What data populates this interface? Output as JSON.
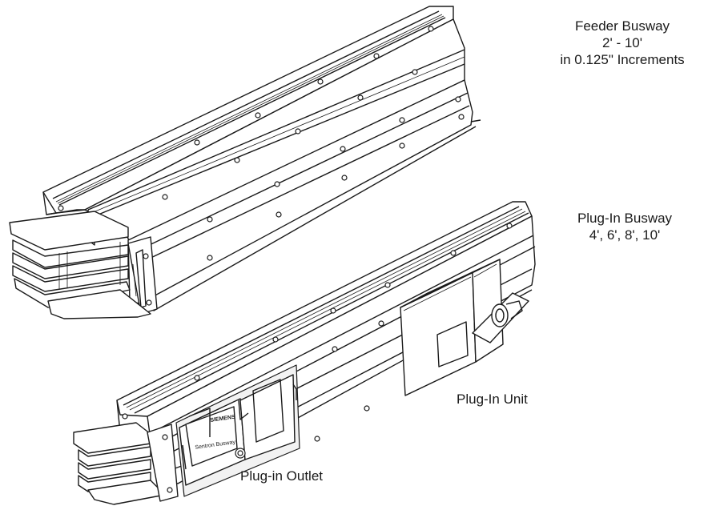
{
  "labels": {
    "feeder_busway": {
      "line1": "Feeder Busway",
      "line2": "2' - 10'",
      "line3": "in 0.125\" Increments"
    },
    "plugin_busway": {
      "line1": "Plug-In Busway",
      "line2": "4', 6', 8', 10'"
    },
    "plugin_unit": "Plug-In Unit",
    "plugin_outlet": "Plug-in Outlet",
    "outlet_brand": "SIEMENS",
    "outlet_product": "Sentron Busway"
  }
}
